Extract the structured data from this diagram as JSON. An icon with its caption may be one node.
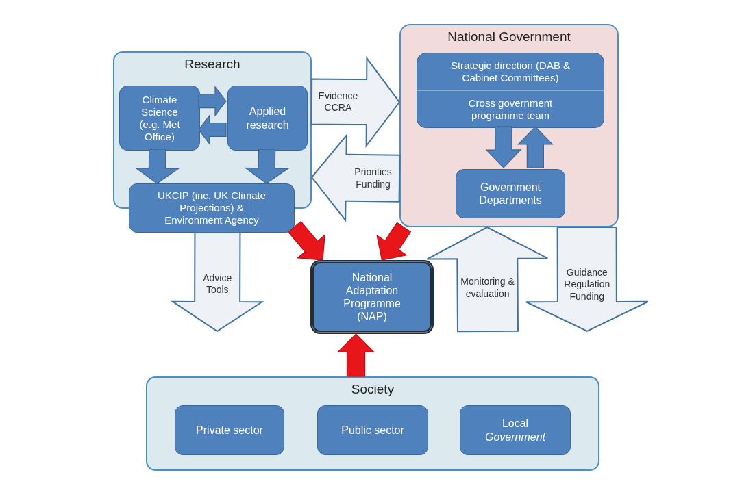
{
  "diagram": {
    "nodes": [
      {
        "text": [
          "Research"
        ]
      },
      {
        "text": [
          "Climate Science (e.g. Met Office)"
        ],
        "in": 0
      },
      {
        "text": [
          "Applied research"
        ],
        "in": 0
      },
      {
        "text": [
          "UKCIP (inc. UK Climate Projections) & Environment Agency"
        ]
      },
      {
        "text": [
          "National Government"
        ]
      },
      {
        "text": [
          "Strategic direction (DAB & Cabinet Committees)"
        ],
        "in": 4
      },
      {
        "text": [
          "Cross government programme team"
        ],
        "in": 4
      },
      {
        "text": [
          "Government Departments"
        ],
        "in": 4
      },
      {
        "text": [
          "National Adaptation Programme (NAP)"
        ]
      },
      {
        "text": [
          "Society"
        ]
      },
      {
        "text": [
          "Private sector"
        ],
        "in": 9
      },
      {
        "text": [
          "Public sector"
        ],
        "in": 9
      },
      {
        "text": [
          "Local *Government*"
        ],
        "in": 9
      }
    ],
    "edges": [
      {
        "from": 1,
        "to": 2,
        "arrow": "to"
      },
      {
        "from": 2,
        "to": 1,
        "arrow": "to"
      },
      {
        "from": 1,
        "to": 3,
        "arrow": "to"
      },
      {
        "from": 2,
        "to": 3,
        "arrow": "to"
      },
      {
        "from": 0,
        "to": 4,
        "arrow": "to",
        "label": "Evidence CCRA",
        "color": "#eef2f6"
      },
      {
        "from": 4,
        "to": 0,
        "arrow": "to",
        "label": "Priorities Funding",
        "color": "#eef2f6"
      },
      {
        "from": 6,
        "to": 7,
        "arrow": "to"
      },
      {
        "from": 7,
        "to": 6,
        "arrow": "to"
      },
      {
        "from": 3,
        "to": 8,
        "arrow": "to",
        "color": "#e8151b"
      },
      {
        "from": 4,
        "to": 8,
        "arrow": "to",
        "color": "#e8151b"
      },
      {
        "from": 3,
        "to": null,
        "arrow": "to",
        "label": "Advice Tools",
        "color": "#eef2f6"
      },
      {
        "from": null,
        "to": 4,
        "arrow": "to",
        "label": "Monitoring & evaluation",
        "color": "#eef2f6"
      },
      {
        "from": 4,
        "to": null,
        "arrow": "to",
        "label": "Guidance Regulation Funding",
        "color": "#eef2f6"
      },
      {
        "from": 9,
        "to": 8,
        "arrow": "to",
        "color": "#e8151b"
      }
    ]
  }
}
